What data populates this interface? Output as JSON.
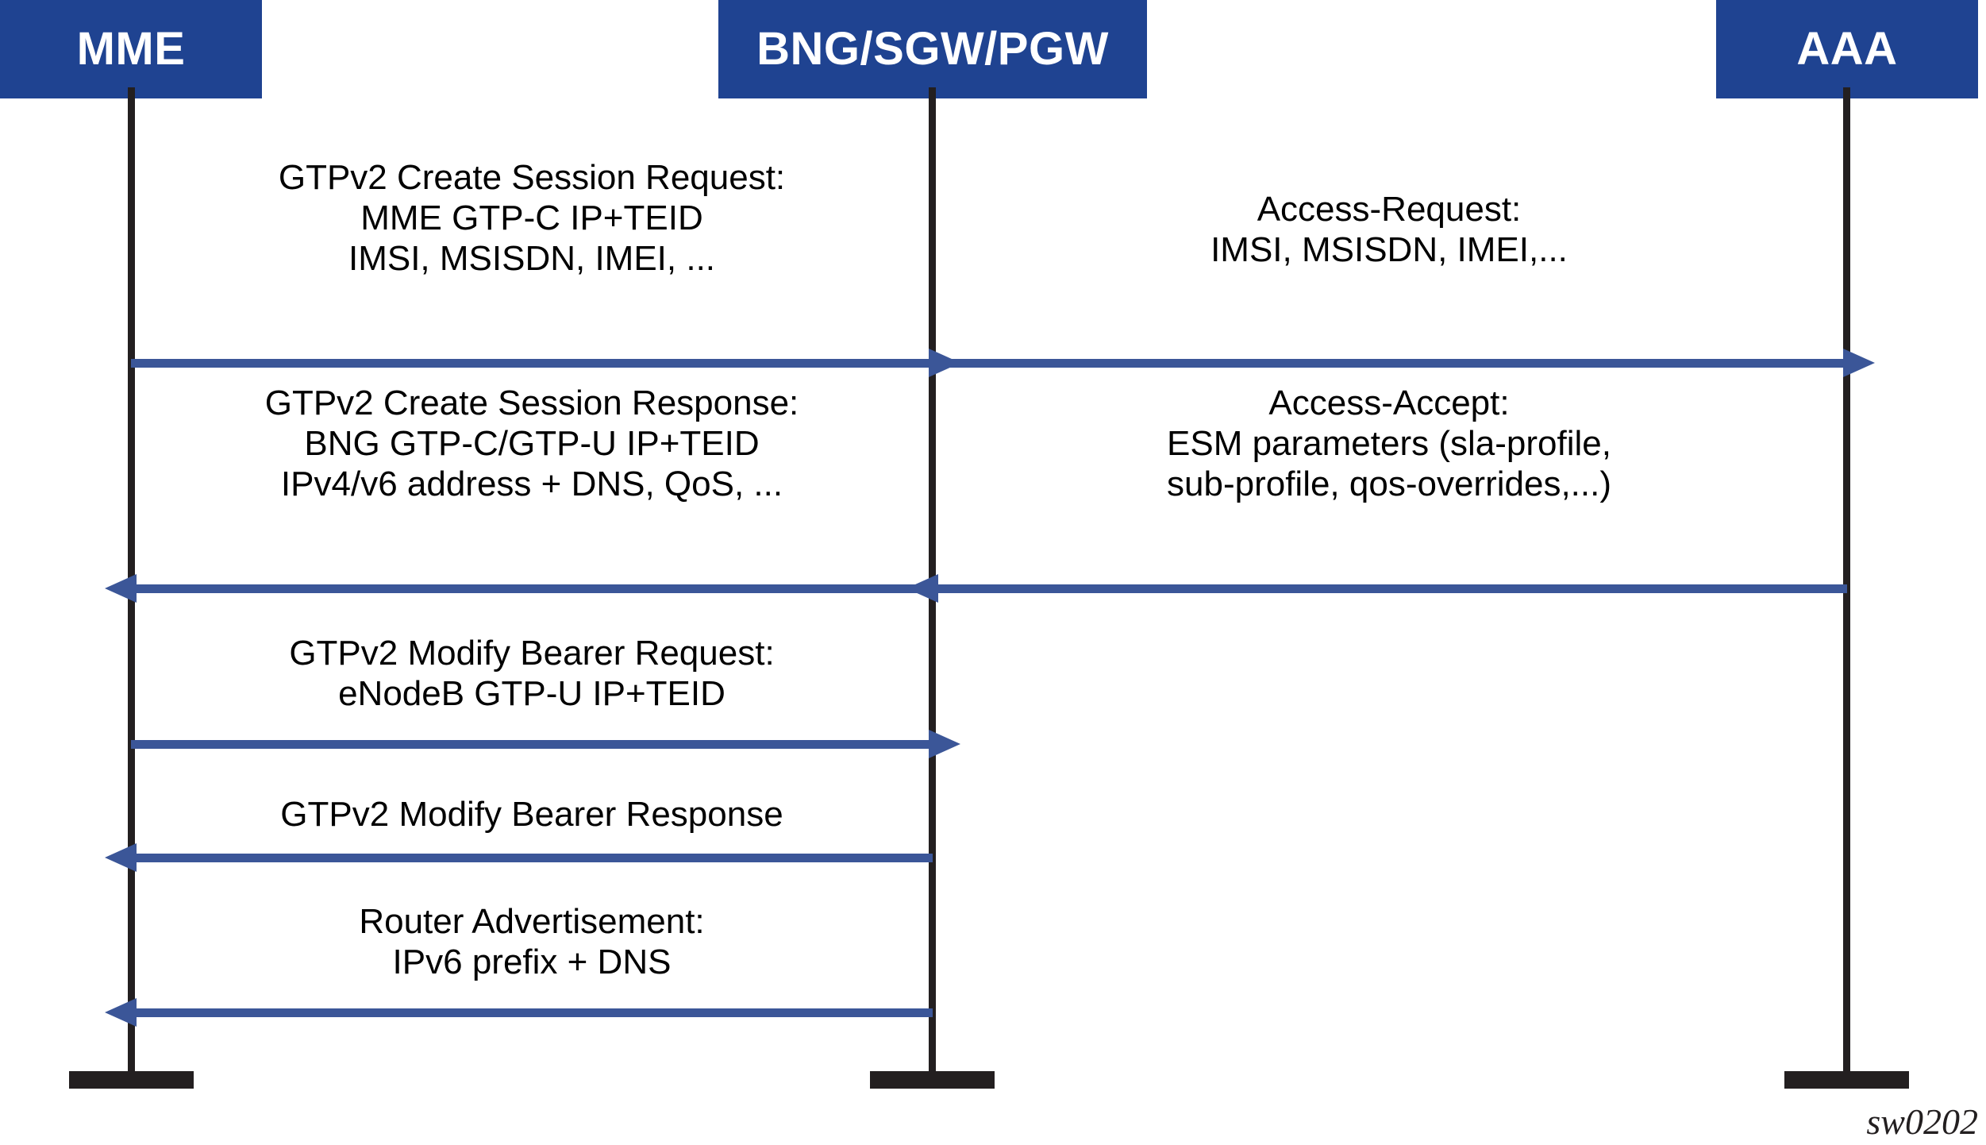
{
  "diagram": {
    "type": "sequence-diagram",
    "caption": "sw0202",
    "colors": {
      "actor_box_blue": "#1F4391",
      "arrow_blue": "#3B5698",
      "lifeline_black": "#231F20",
      "background": "#FFFFFF",
      "actor_label_text": "#FFFFFF",
      "message_text": "#000000"
    },
    "actors": [
      {
        "id": "mme",
        "label": "MME"
      },
      {
        "id": "bng",
        "label": "BNG/SGW/PGW"
      },
      {
        "id": "aaa",
        "label": "AAA"
      }
    ],
    "messages": [
      {
        "id": "msg-1",
        "from": "mme",
        "to": "bng",
        "direction": "right",
        "lines": [
          "GTPv2 Create Session Request:",
          "MME GTP-C IP+TEID",
          "IMSI, MSISDN, IMEI, ..."
        ]
      },
      {
        "id": "msg-2",
        "from": "bng",
        "to": "aaa",
        "direction": "right",
        "lines": [
          "Access-Request:",
          "IMSI, MSISDN, IMEI,..."
        ]
      },
      {
        "id": "msg-3",
        "from": "bng",
        "to": "mme",
        "direction": "left",
        "lines": [
          "GTPv2 Create Session Response:",
          "BNG GTP-C/GTP-U IP+TEID",
          "IPv4/v6 address + DNS, QoS, ..."
        ]
      },
      {
        "id": "msg-4",
        "from": "aaa",
        "to": "bng",
        "direction": "left",
        "lines": [
          "Access-Accept:",
          "ESM parameters (sla-profile,",
          "sub-profile, qos-overrides,...)"
        ]
      },
      {
        "id": "msg-5",
        "from": "mme",
        "to": "bng",
        "direction": "right",
        "lines": [
          "GTPv2 Modify Bearer Request:",
          "eNodeB GTP-U IP+TEID"
        ]
      },
      {
        "id": "msg-6",
        "from": "bng",
        "to": "mme",
        "direction": "left",
        "lines": [
          "GTPv2 Modify Bearer Response"
        ]
      },
      {
        "id": "msg-7",
        "from": "bng",
        "to": "mme",
        "direction": "left",
        "lines": [
          "Router Advertisement:",
          "IPv6 prefix + DNS"
        ]
      }
    ]
  }
}
